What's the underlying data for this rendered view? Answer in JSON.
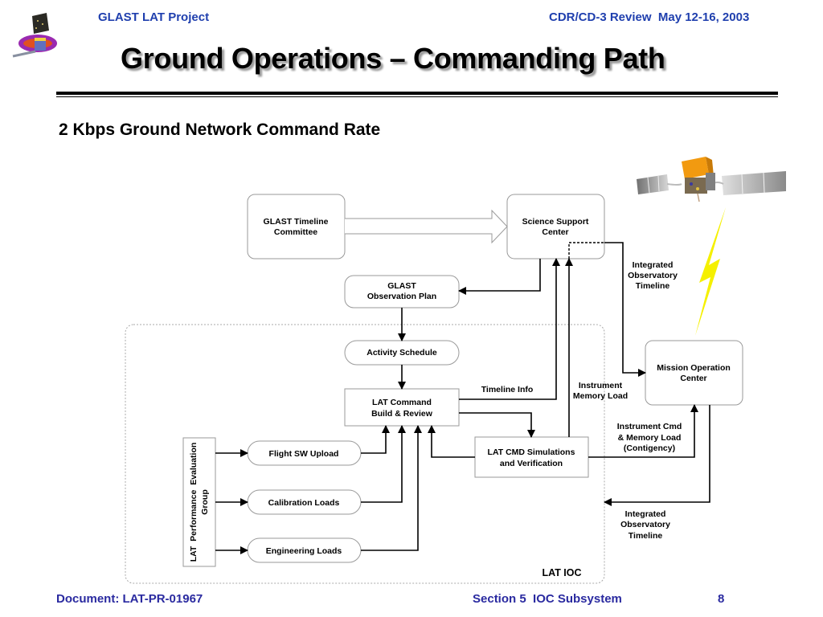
{
  "header": {
    "project": "GLAST LAT Project",
    "review": "CDR/CD-3 Review  May 12-16, 2003",
    "title": "Ground Operations – Commanding Path",
    "subtitle": "2 Kbps Ground Network Command Rate"
  },
  "images": {
    "logo": "glast-lat-logo",
    "satellite": "glast-satellite-illustration",
    "link": "lightning-bolt-downlink"
  },
  "diagram": {
    "nodes": {
      "timeline_committee": [
        "GLAST Timeline",
        "Committee"
      ],
      "science_support": [
        "Science Support",
        "Center"
      ],
      "observation_plan": [
        "GLAST",
        "Observation Plan"
      ],
      "activity_schedule": [
        "Activity Schedule"
      ],
      "cmd_build": [
        "LAT Command",
        "Build & Review"
      ],
      "cmd_sim": [
        "LAT CMD Simulations",
        "and Verification"
      ],
      "mission_ops": [
        "Mission Operation",
        "Center"
      ],
      "flight_sw": [
        "Flight SW Upload"
      ],
      "calibration": [
        "Calibration Loads"
      ],
      "engineering": [
        "Engineering Loads"
      ],
      "perf_group": [
        "LAT  Performance  Evaluation",
        "Group"
      ]
    },
    "labels": {
      "iot_top": [
        "Integrated",
        "Observatory",
        "Timeline"
      ],
      "timeline_info": [
        "Timeline Info"
      ],
      "instrument_memory": [
        "Instrument",
        "Memory Load"
      ],
      "instrument_cmd": [
        "Instrument Cmd",
        "& Memory Load",
        "(Contigency)"
      ],
      "iot_bottom": [
        "Integrated",
        "Observatory",
        "Timeline"
      ],
      "lat_ioc": [
        "LAT IOC"
      ]
    }
  },
  "colors": {
    "header_blue": "#1f3fae",
    "footer_blue": "#2a2aa0",
    "bolt_yellow": "#f5f000"
  },
  "footer": {
    "document": "Document: LAT-PR-01967",
    "section": "Section 5  IOC Subsystem",
    "page": "8"
  }
}
